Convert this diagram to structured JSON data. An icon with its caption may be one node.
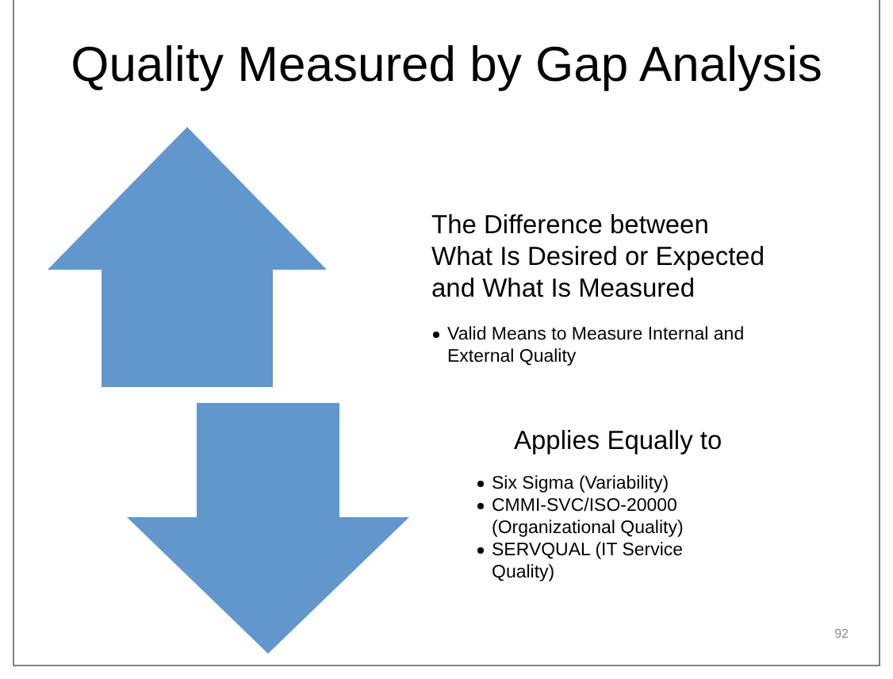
{
  "diagram": {
    "title": "Quality Measured by Gap Analysis",
    "nodes": [
      {
        "text": [],
        "shape": "up-arrow",
        "beside": [
          "The Difference between What Is Desired or Expected and What Is Measured",
          "Valid Means to Measure Internal and External Quality"
        ]
      },
      {
        "text": [],
        "shape": "down-arrow",
        "beside": [
          "Applies Equally to",
          "Six Sigma (Variability)",
          "CMMI-SVC/ISO-20000 (Organizational Quality)",
          "SERVQUAL (IT Service Quality)"
        ]
      }
    ],
    "labels": [
      "92"
    ]
  }
}
